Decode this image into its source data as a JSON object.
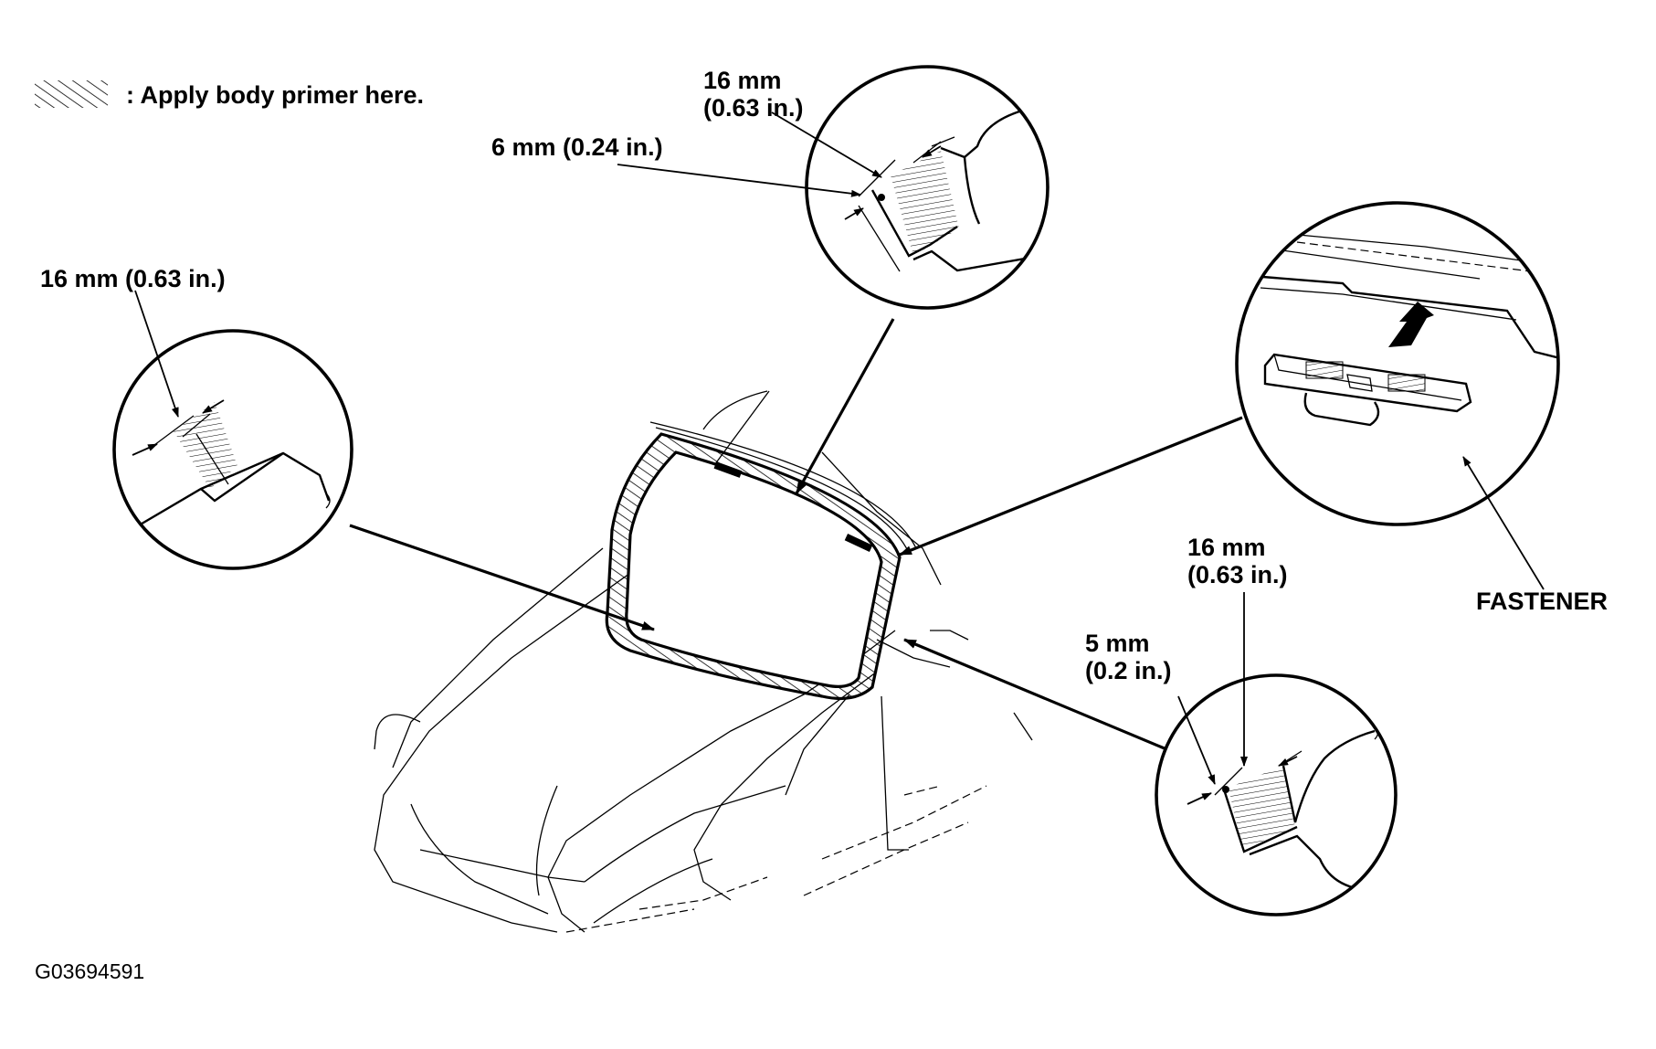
{
  "legend": {
    "hatch_icon": "hatch-swatch-icon",
    "text": ": Apply body primer here."
  },
  "callouts": {
    "top": {
      "width_line1": "16 mm",
      "width_line2": "(0.63 in.)",
      "offset": "6 mm (0.24 in.)"
    },
    "left": {
      "width": "16 mm (0.63 in.)"
    },
    "lower_right": {
      "width_line1": "16 mm",
      "width_line2": "(0.63 in.)",
      "offset_line1": "5 mm",
      "offset_line2": "(0.2 in.)"
    },
    "fastener": {
      "label": "FASTENER"
    }
  },
  "figure_code": "G03694591"
}
